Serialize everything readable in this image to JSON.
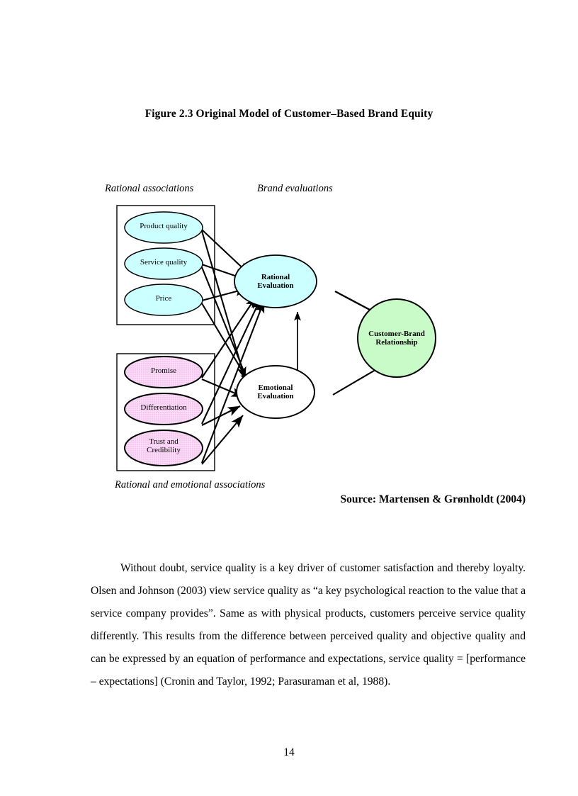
{
  "figure": {
    "title": "Figure 2.3 Original Model of Customer–Based Brand Equity",
    "labels": {
      "rational_associations": "Rational associations",
      "brand_evaluations": "Brand evaluations",
      "rational_and_emotional_associations": "Rational and emotional associations"
    },
    "source": "Source: Martensen & Grønholdt (2004)",
    "nodes": {
      "product_quality": "Product quality",
      "service_quality": "Service quality",
      "price": "Price",
      "promise": "Promise",
      "differentiation": "Differentiation",
      "trust_credibility_line1": "Trust  and",
      "trust_credibility_line2": "Credibility",
      "rational_evaluation_line1": "Rational",
      "rational_evaluation_line2": "Evaluation",
      "emotional_evaluation_line1": "Emotional",
      "emotional_evaluation_line2": "Evaluation",
      "customer_brand_line1": "Customer-Brand",
      "customer_brand_line2": "Relationship"
    },
    "colors": {
      "rational_fill": "#ccffff",
      "emotional_fill": "#ffffff",
      "association_pink": "#f7cdf2",
      "relationship_green": "#c9fbc9",
      "stroke": "#000000"
    }
  },
  "body": {
    "paragraph": "Without doubt, service quality is a key driver of customer satisfaction and thereby loyalty. Olsen and Johnson (2003) view service quality as “a key psychological reaction to the value that a service company provides”. Same as with physical products, customers perceive service quality differently. This results from the difference between perceived quality and objective quality and can be expressed by an equation of performance and expectations, service quality = [performance – expectations] (Cronin and Taylor, 1992; Parasuraman et al, 1988)."
  },
  "footer": {
    "page_number": "14"
  }
}
